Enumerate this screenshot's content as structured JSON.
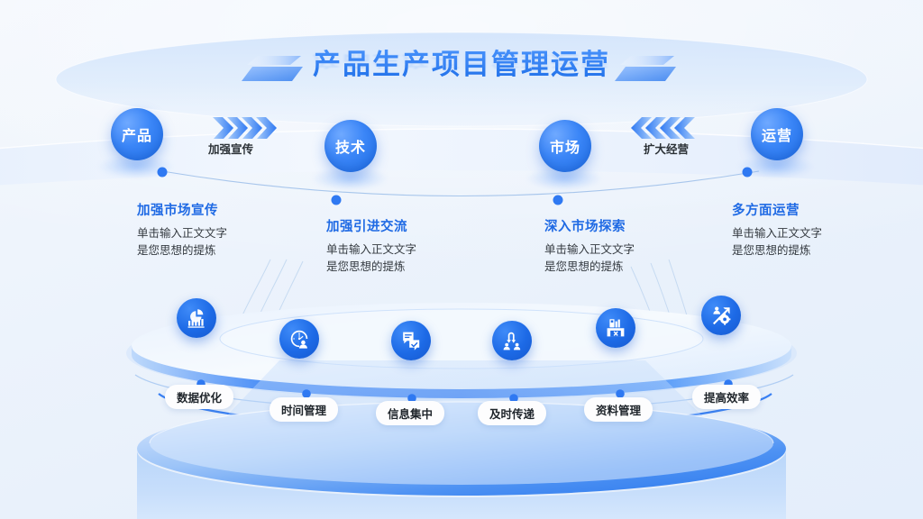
{
  "header": {
    "title": "产品生产项目管理运营"
  },
  "flow": {
    "nodes": [
      {
        "label": "产品"
      },
      {
        "label": "技术"
      },
      {
        "label": "市场"
      },
      {
        "label": "运营"
      }
    ],
    "connectors": [
      {
        "label": "加强宣传",
        "direction": "right",
        "icon": "chevron-right-icon"
      },
      {
        "label": "扩大经营",
        "direction": "left",
        "icon": "chevron-left-icon"
      }
    ]
  },
  "details": [
    {
      "title": "加强市场宣传",
      "line1": "单击输入正文文字",
      "line2": "是您思想的提炼"
    },
    {
      "title": "加强引进交流",
      "line1": "单击输入正文文字",
      "line2": "是您思想的提炼"
    },
    {
      "title": "深入市场探索",
      "line1": "单击输入正文文字",
      "line2": "是您思想的提炼"
    },
    {
      "title": "多方面运营",
      "line1": "单击输入正文文字",
      "line2": "是您思想的提炼"
    }
  ],
  "benefits": [
    {
      "label": "数据优化",
      "icon": "chart-analytics-icon"
    },
    {
      "label": "时间管理",
      "icon": "clock-person-icon"
    },
    {
      "label": "信息集中",
      "icon": "message-check-icon"
    },
    {
      "label": "及时传递",
      "icon": "transfer-people-icon"
    },
    {
      "label": "资料管理",
      "icon": "archive-box-icon"
    },
    {
      "label": "提高效率",
      "icon": "growth-gear-icon"
    }
  ],
  "colors": {
    "accent": "#1f6ae4",
    "accent_light": "#4f98ff",
    "title": "#2f7ef5",
    "text_dark": "#2b3136",
    "background": "#eef4fc"
  }
}
